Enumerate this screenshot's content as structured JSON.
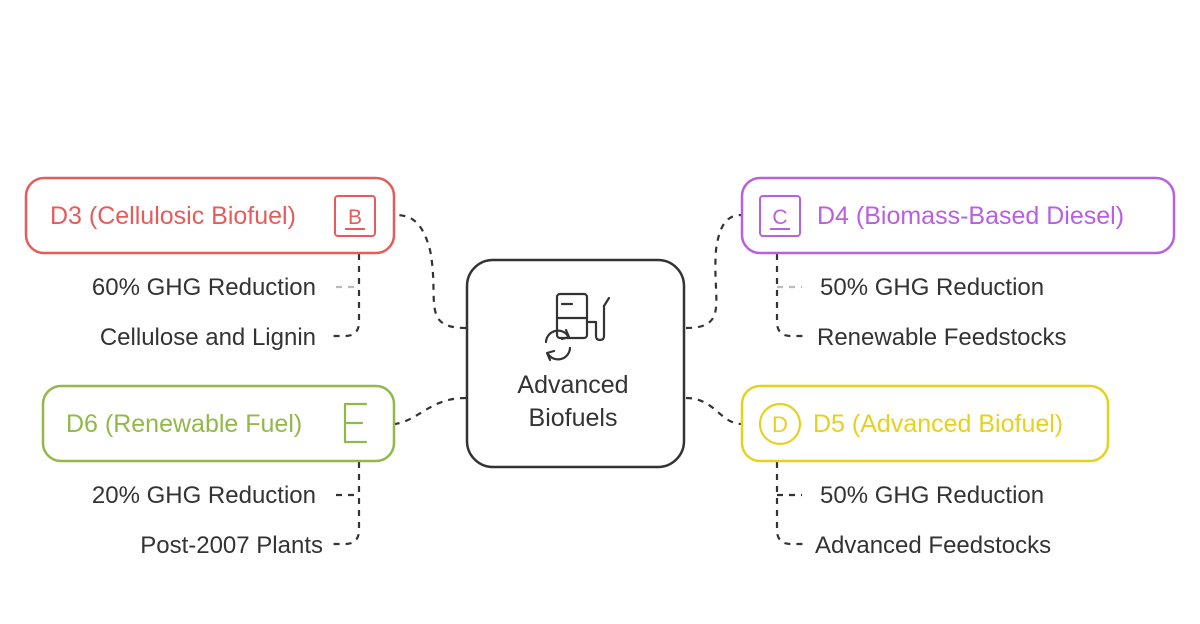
{
  "center": {
    "title_line1": "Advanced",
    "title_line2": "Biofuels",
    "icon": "fuel-pump-recycle-icon"
  },
  "nodes": {
    "d3": {
      "title": "D3 (Cellulosic Biofuel)",
      "badge": "B",
      "color": "#e65c5c",
      "items": [
        "60% GHG Reduction",
        "Cellulose and Lignin"
      ]
    },
    "d4": {
      "title": "D4 (Biomass-Based Diesel)",
      "badge": "C",
      "color": "#b860e0",
      "items": [
        "50% GHG Reduction",
        "Renewable Feedstocks"
      ]
    },
    "d6": {
      "title": "D6 (Renewable Fuel)",
      "badge": "E",
      "color": "#92b84a",
      "items": [
        "20% GHG Reduction",
        "Post-2007 Plants"
      ]
    },
    "d5": {
      "title": "D5 (Advanced Biofuel)",
      "badge": "D",
      "color": "#e6d21e",
      "items": [
        "50% GHG Reduction",
        "Advanced Feedstocks"
      ]
    }
  }
}
